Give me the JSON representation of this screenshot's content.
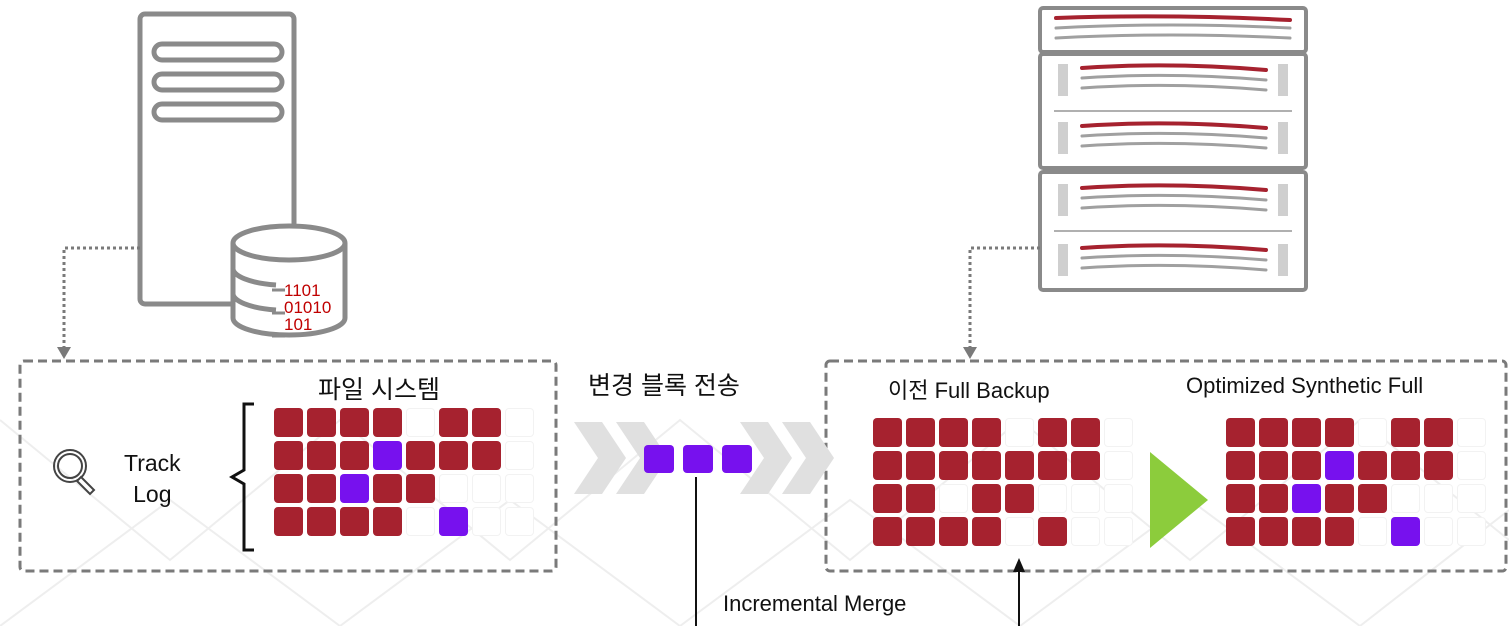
{
  "colors": {
    "block": "#a6222f",
    "changed": "#7711ee",
    "empty": "#ffffff",
    "dashed": "#7a7a7a",
    "icon_gray": "#8a8a8a",
    "binary_red": "#c00000",
    "arrow_green": "#8ccc3c",
    "chevrons": "#dddddd"
  },
  "source": {
    "binary_lines": [
      "1101",
      "01010",
      "101"
    ],
    "fs_label": "파일 시스템",
    "track_label": [
      "Track",
      "Log"
    ],
    "grid": [
      [
        "b",
        "b",
        "b",
        "b",
        "e",
        "b",
        "b",
        "e"
      ],
      [
        "b",
        "b",
        "b",
        "c",
        "b",
        "b",
        "b",
        "e"
      ],
      [
        "b",
        "b",
        "c",
        "b",
        "b",
        "e",
        "e",
        "e"
      ],
      [
        "b",
        "b",
        "b",
        "b",
        "e",
        "c",
        "e",
        "e"
      ]
    ]
  },
  "transfer": {
    "label": "변경 블록 전송",
    "blocks": 3
  },
  "target": {
    "prev_label_ko": "이전",
    "prev_label_en": "Full Backup",
    "optimized_label": "Optimized Synthetic Full",
    "merge_label": "Incremental Merge",
    "prev_grid": [
      [
        "b",
        "b",
        "b",
        "b",
        "e",
        "b",
        "b",
        "e"
      ],
      [
        "b",
        "b",
        "b",
        "b",
        "b",
        "b",
        "b",
        "e"
      ],
      [
        "b",
        "b",
        "e",
        "b",
        "b",
        "e",
        "e",
        "e"
      ],
      [
        "b",
        "b",
        "b",
        "b",
        "e",
        "b",
        "e",
        "e"
      ]
    ],
    "opt_grid": [
      [
        "b",
        "b",
        "b",
        "b",
        "e",
        "b",
        "b",
        "e"
      ],
      [
        "b",
        "b",
        "b",
        "c",
        "b",
        "b",
        "b",
        "e"
      ],
      [
        "b",
        "b",
        "c",
        "b",
        "b",
        "e",
        "e",
        "e"
      ],
      [
        "b",
        "b",
        "b",
        "b",
        "e",
        "c",
        "e",
        "e"
      ]
    ]
  }
}
